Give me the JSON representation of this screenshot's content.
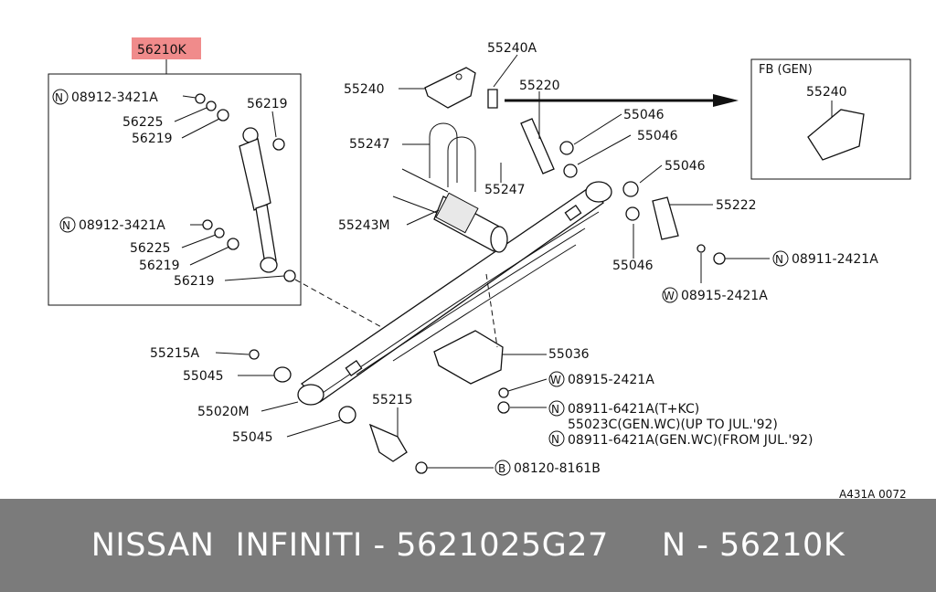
{
  "highlight_label": "56210K",
  "box_label": "FB (GEN)",
  "box_part": "55240",
  "labels": {
    "n1": "08912-3421A",
    "l56225a": "56225",
    "l56219a": "56219",
    "l56219top": "56219",
    "n2": "08912-3421A",
    "l56225b": "56225",
    "l56219b": "56219",
    "l56219c": "56219",
    "l55240A": "55240A",
    "l55240": "55240",
    "l55220": "55220",
    "l55046a": "55046",
    "l55046b": "55046",
    "l55046c": "55046",
    "l55046d": "55046",
    "l55247a": "55247",
    "l55247b": "55247",
    "l55243M": "55243M",
    "l55222": "55222",
    "n3": "08911-2421A",
    "w1": "08915-2421A",
    "l55215A": "55215A",
    "l55045a": "55045",
    "l55020M": "55020M",
    "l55045b": "55045",
    "l55036": "55036",
    "w2": "08915-2421A",
    "n4": "08911-6421A(T+KC)",
    "t55023C": "55023C(GEN.WC)(UP TO JUL.'92)",
    "n5": "08911-6421A(GEN.WC)(FROM JUL.'92)",
    "l55215": "55215",
    "b1": "08120-8161B"
  },
  "circle_letters": {
    "N": "N",
    "W": "W",
    "B": "B"
  },
  "diagram_code": "A431A 0072",
  "banner": {
    "brand": "NISSAN  INFINITI",
    "separator": " - ",
    "part_number": "5621025G27",
    "gap": "     ",
    "ref": "N - 56210K"
  },
  "colors": {
    "highlight": "#f08b8b",
    "banner_bg": "#7b7b7b",
    "banner_text": "#ffffff"
  }
}
